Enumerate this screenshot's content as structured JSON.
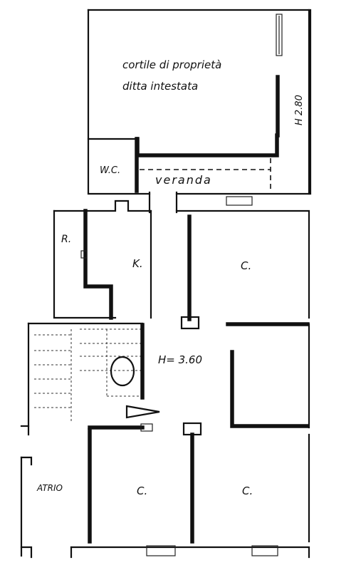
{
  "labels": {
    "courtyard_line1": "cortile di proprietà",
    "courtyard_line2": "ditta intestata",
    "height_top": "H 2.80",
    "wc": "W.C.",
    "veranda": "veranda",
    "closet": "R.",
    "kitchen": "K.",
    "room_upper_right": "C.",
    "height_hall": "H= 3.60",
    "atrium": "ATRIO",
    "room_lower_middle": "C.",
    "room_lower_right": "C."
  }
}
